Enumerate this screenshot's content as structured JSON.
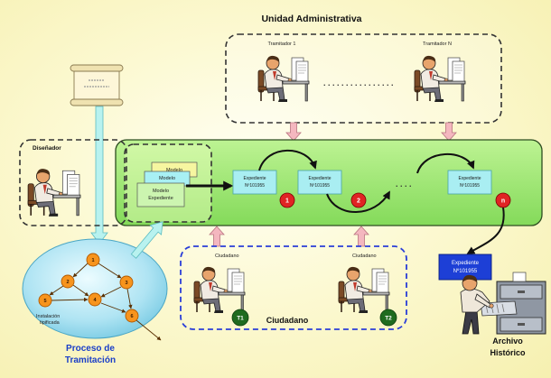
{
  "title": "Unidad Administrativa",
  "unidad": {
    "tramitador_1": "Tramitador 1",
    "tramitador_n": "Tramitador N",
    "separator": "................"
  },
  "disenador": {
    "label": "Diseñador"
  },
  "modelos": {
    "back": "Modelo",
    "middle": "Modelo",
    "front_line1": "Modelo",
    "front_line2": "Expediente"
  },
  "expedientes": [
    {
      "line1": "Expediente",
      "line2": "Nº101955",
      "step": "1"
    },
    {
      "line1": "Expediente",
      "line2": "Nº101955",
      "step": "2"
    },
    {
      "line1": "Expediente",
      "line2": "Nº101955",
      "step": "n"
    }
  ],
  "flow_dots": "....",
  "proceso": {
    "title_line1": "Proceso de",
    "title_line2": "Tramitación",
    "inner_line1": "Instalación",
    "inner_line2": "tipificada",
    "nodes": [
      "1",
      "2",
      "3",
      "4",
      "5",
      "6"
    ]
  },
  "ciudadano": {
    "title": "Ciudadano",
    "people": [
      {
        "label": "Ciudadano",
        "badge": "T1"
      },
      {
        "label": "Ciudadano",
        "badge": "T2"
      }
    ]
  },
  "archivo": {
    "box_line1": "Expediente",
    "box_line2": "Nº101955",
    "label_line1": "Archivo",
    "label_line2": "Histórico"
  },
  "icons": {
    "document": "scroll-icon",
    "worker": "person-at-desk-icon",
    "archive": "filing-cabinet-icon"
  },
  "colors": {
    "process_green": "#8fe06a",
    "step_red": "#e02424",
    "citizen_blue": "#2a3ed8",
    "archive_blue": "#1d3fd6",
    "ticket_green": "#1f6b1f",
    "node_orange": "#f7941d",
    "expediente_cyan": "#a9eef2"
  }
}
